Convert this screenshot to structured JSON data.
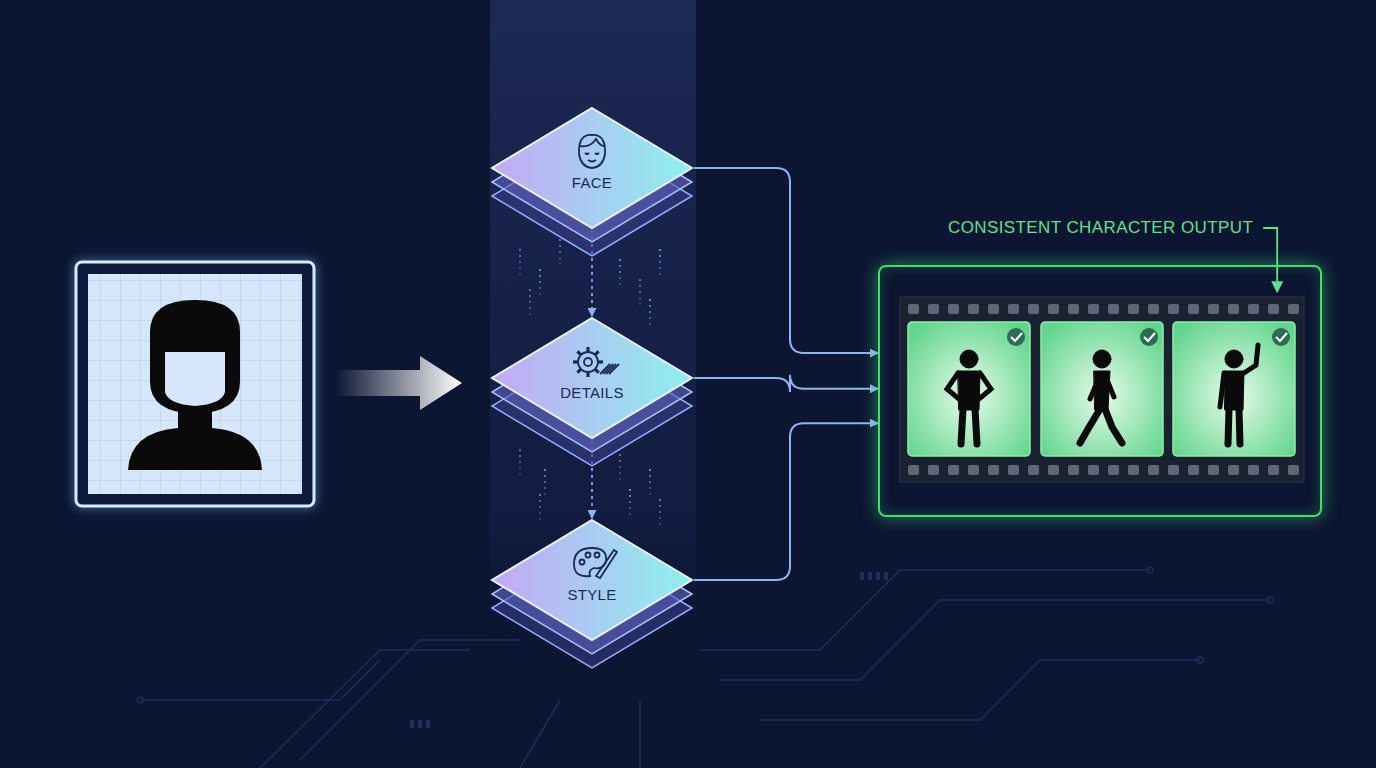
{
  "diagram": {
    "nodes": [
      {
        "text": [
          "FACE"
        ]
      },
      {
        "text": [
          "DETAILS"
        ]
      },
      {
        "text": [
          "STYLE"
        ]
      },
      {
        "text": [
          "CONSISTENT CHARACTER OUTPUT"
        ]
      }
    ],
    "edges": [
      {
        "from": 0,
        "to": 1,
        "arrow": "to"
      },
      {
        "from": 1,
        "to": 2,
        "arrow": "to"
      },
      {
        "from": 0,
        "to": 3,
        "arrow": "to"
      },
      {
        "from": 1,
        "to": 3,
        "arrow": "to"
      },
      {
        "from": 2,
        "to": 3,
        "arrow": "to"
      }
    ]
  }
}
